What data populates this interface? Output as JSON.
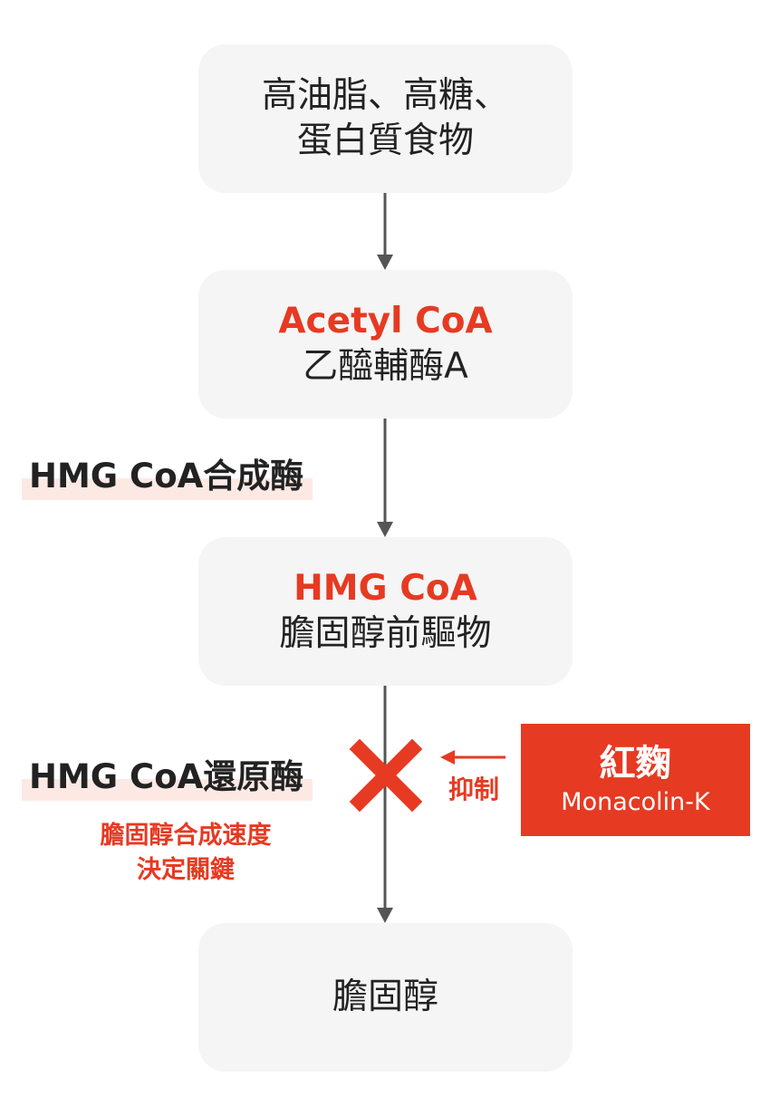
{
  "nodes": [
    {
      "lines": [
        "高油脂、高糖、",
        "蛋白質食物"
      ]
    },
    {
      "accent": "Acetyl CoA",
      "lines": [
        "乙醯輔酶A"
      ]
    },
    {
      "accent": "HMG CoA",
      "lines": [
        "膽固醇前驅物"
      ]
    },
    {
      "lines": [
        "膽固醇"
      ]
    }
  ],
  "enzymes": {
    "synthase": "HMG CoA合成酶",
    "reductase": "HMG CoA還原酶"
  },
  "reductase_note": [
    "膽固醇合成速度",
    "決定關鍵"
  ],
  "inhibitor": {
    "action_label": "抑制",
    "name": "紅麴",
    "compound": "Monacolin-K"
  },
  "colors": {
    "accent": "#e63a22",
    "node_background": "#f5f5f5",
    "arrow": "#555555",
    "highlight": "#fde9e4"
  }
}
